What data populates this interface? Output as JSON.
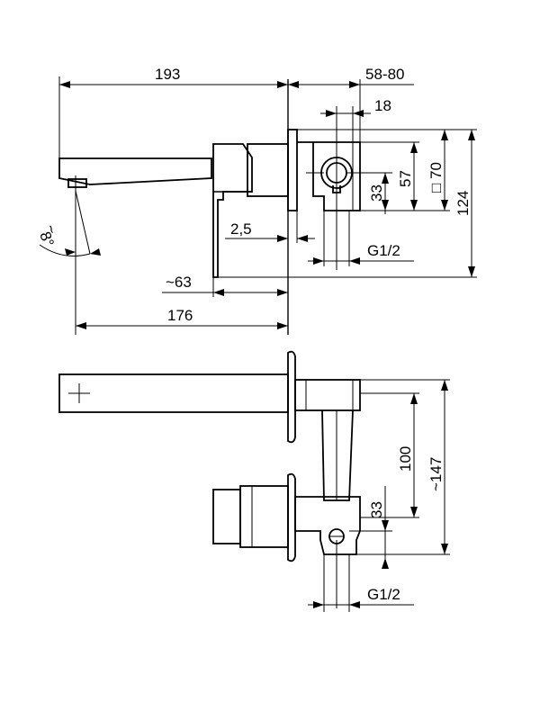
{
  "top_view": {
    "dim_193": "193",
    "dim_58_80": "58-80",
    "dim_18": "18",
    "dim_70": "□ 70",
    "dim_57": "57",
    "dim_33": "33",
    "dim_124": "124",
    "dim_2_5": "2,5",
    "dim_angle": "8°",
    "dim_angle_tilde": "~",
    "dim_g12": "G1/2",
    "dim_63": "~63",
    "dim_176": "176"
  },
  "bottom_view": {
    "dim_100": "100",
    "dim_147": "~147",
    "dim_33": "33",
    "dim_g12": "G1/2"
  }
}
